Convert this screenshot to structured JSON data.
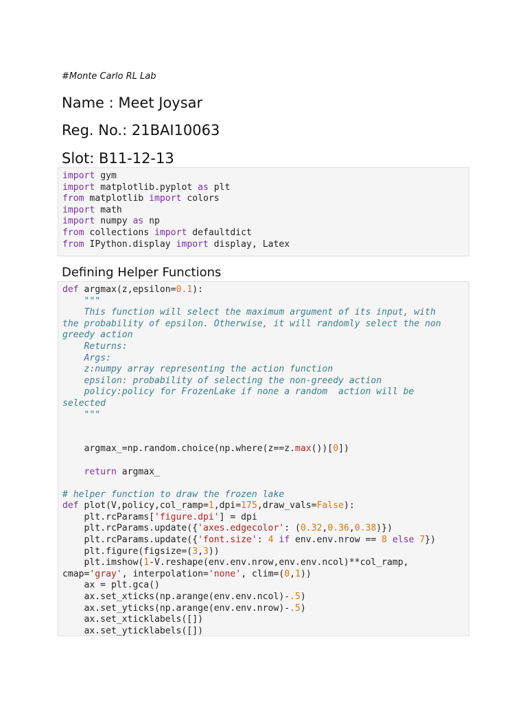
{
  "header": {
    "hash": "#",
    "lab_title": "Monte Carlo RL Lab"
  },
  "info": {
    "name": "Name : Meet Joysar",
    "reg": "Reg. No.: 21BAI10063",
    "slot": "Slot: B11-12-13"
  },
  "section": {
    "helpers_heading": "Defining Helper Functions"
  },
  "colors": {
    "keyword": "#7b2fa8",
    "number": "#d97706",
    "string": "#b22222",
    "docstring": "#3a7f8c",
    "cell_background": "#f5f5f5"
  },
  "code1": [
    [
      {
        "t": "import",
        "c": "kw"
      },
      {
        "t": " gym"
      }
    ],
    [
      {
        "t": "import",
        "c": "kw"
      },
      {
        "t": " matplotlib.pyplot "
      },
      {
        "t": "as",
        "c": "kw"
      },
      {
        "t": " plt"
      }
    ],
    [
      {
        "t": "from",
        "c": "kw"
      },
      {
        "t": " matplotlib "
      },
      {
        "t": "import",
        "c": "kw"
      },
      {
        "t": " colors"
      }
    ],
    [
      {
        "t": "import",
        "c": "kw"
      },
      {
        "t": " math"
      }
    ],
    [
      {
        "t": "import",
        "c": "kw"
      },
      {
        "t": " numpy "
      },
      {
        "t": "as",
        "c": "kw"
      },
      {
        "t": " np"
      }
    ],
    [
      {
        "t": "from",
        "c": "kw"
      },
      {
        "t": " collections "
      },
      {
        "t": "import",
        "c": "kw"
      },
      {
        "t": " defaultdict"
      }
    ],
    [
      {
        "t": "from",
        "c": "kw"
      },
      {
        "t": " IPython.display "
      },
      {
        "t": "import",
        "c": "kw"
      },
      {
        "t": " display, Latex"
      }
    ]
  ],
  "code2": [
    [
      {
        "t": "def",
        "c": "kw"
      },
      {
        "t": " argmax(z,epsilon="
      },
      {
        "t": "0.1",
        "c": "num"
      },
      {
        "t": "):"
      }
    ],
    [
      {
        "t": "    \"\"\"",
        "c": "doc"
      }
    ],
    [
      {
        "t": "    This function will select the maximum argument of its input, with",
        "c": "doc"
      }
    ],
    [
      {
        "t": "the probability of epsilon. Otherwise, it will randomly select the non",
        "c": "doc"
      }
    ],
    [
      {
        "t": "greedy action",
        "c": "doc"
      }
    ],
    [
      {
        "t": "    Returns:",
        "c": "doc"
      }
    ],
    [
      {
        "t": "    Args:",
        "c": "doc"
      }
    ],
    [
      {
        "t": "    z:numpy array representing the action function",
        "c": "doc"
      }
    ],
    [
      {
        "t": "    epsilon: probability of selecting the non-greedy action",
        "c": "doc"
      }
    ],
    [
      {
        "t": "    policy:policy for FrozenLake if none a random  action will be",
        "c": "doc"
      }
    ],
    [
      {
        "t": "selected",
        "c": "doc"
      }
    ],
    [
      {
        "t": "    \"\"\"",
        "c": "doc"
      }
    ],
    [
      {
        "t": ""
      }
    ],
    [
      {
        "t": ""
      }
    ],
    [
      {
        "t": "    argmax_=np.random.choice(np.where(z==z."
      },
      {
        "t": "max",
        "c": "str"
      },
      {
        "t": "())["
      },
      {
        "t": "0",
        "c": "num"
      },
      {
        "t": "])"
      }
    ],
    [
      {
        "t": ""
      }
    ],
    [
      {
        "t": "    "
      },
      {
        "t": "return",
        "c": "kw"
      },
      {
        "t": " argmax_"
      }
    ],
    [
      {
        "t": ""
      }
    ],
    [
      {
        "t": "# helper function to draw the frozen lake",
        "c": "com"
      }
    ],
    [
      {
        "t": "def",
        "c": "kw"
      },
      {
        "t": " plot(V,policy,col_ramp="
      },
      {
        "t": "1",
        "c": "num"
      },
      {
        "t": ",dpi="
      },
      {
        "t": "175",
        "c": "num"
      },
      {
        "t": ",draw_vals="
      },
      {
        "t": "False",
        "c": "num"
      },
      {
        "t": "):"
      }
    ],
    [
      {
        "t": "    plt.rcParams["
      },
      {
        "t": "'figure.dpi'",
        "c": "str"
      },
      {
        "t": "] = dpi"
      }
    ],
    [
      {
        "t": "    plt.rcParams.update({"
      },
      {
        "t": "'axes.edgecolor'",
        "c": "str"
      },
      {
        "t": ": ("
      },
      {
        "t": "0.32",
        "c": "num"
      },
      {
        "t": ","
      },
      {
        "t": "0.36",
        "c": "num"
      },
      {
        "t": ","
      },
      {
        "t": "0.38",
        "c": "num"
      },
      {
        "t": ")})"
      }
    ],
    [
      {
        "t": "    plt.rcParams.update({"
      },
      {
        "t": "'font.size'",
        "c": "str"
      },
      {
        "t": ": "
      },
      {
        "t": "4",
        "c": "num"
      },
      {
        "t": " "
      },
      {
        "t": "if",
        "c": "kw"
      },
      {
        "t": " env.env.nrow == "
      },
      {
        "t": "8",
        "c": "num"
      },
      {
        "t": " "
      },
      {
        "t": "else",
        "c": "kw"
      },
      {
        "t": " "
      },
      {
        "t": "7",
        "c": "num"
      },
      {
        "t": "})"
      }
    ],
    [
      {
        "t": "    plt.figure(figsize=("
      },
      {
        "t": "3",
        "c": "num"
      },
      {
        "t": ","
      },
      {
        "t": "3",
        "c": "num"
      },
      {
        "t": "))"
      }
    ],
    [
      {
        "t": "    plt.imshow("
      },
      {
        "t": "1",
        "c": "num"
      },
      {
        "t": "-V.reshape(env.env.nrow,env.env.ncol)**col_ramp,"
      }
    ],
    [
      {
        "t": "cmap="
      },
      {
        "t": "'gray'",
        "c": "str"
      },
      {
        "t": ", interpolation="
      },
      {
        "t": "'none'",
        "c": "str"
      },
      {
        "t": ", clim=("
      },
      {
        "t": "0",
        "c": "num"
      },
      {
        "t": ","
      },
      {
        "t": "1",
        "c": "num"
      },
      {
        "t": "))"
      }
    ],
    [
      {
        "t": "    ax = plt.gca()"
      }
    ],
    [
      {
        "t": "    ax.set_xticks(np.arange(env.env.ncol)-"
      },
      {
        "t": ".5",
        "c": "num"
      },
      {
        "t": ")"
      }
    ],
    [
      {
        "t": "    ax.set_yticks(np.arange(env.env.nrow)-"
      },
      {
        "t": ".5",
        "c": "num"
      },
      {
        "t": ")"
      }
    ],
    [
      {
        "t": "    ax.set_xticklabels([])"
      }
    ],
    [
      {
        "t": "    ax.set_yticklabels([])"
      }
    ]
  ]
}
